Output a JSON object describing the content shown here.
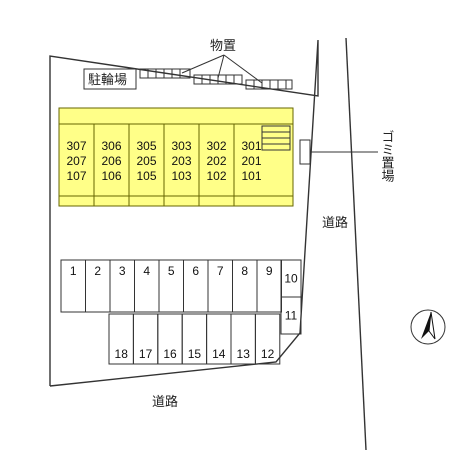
{
  "labels": {
    "storage": "物置",
    "bicycle_parking": "駐輪場",
    "garbage": "ゴミ置場",
    "road_east": "道路",
    "road_south": "道路"
  },
  "units": [
    {
      "top": "307",
      "mid": "207",
      "bottom": "107"
    },
    {
      "top": "306",
      "mid": "206",
      "bottom": "106"
    },
    {
      "top": "305",
      "mid": "205",
      "bottom": "105"
    },
    {
      "top": "303",
      "mid": "203",
      "bottom": "103"
    },
    {
      "top": "302",
      "mid": "202",
      "bottom": "102"
    },
    {
      "top": "301",
      "mid": "201",
      "bottom": "101"
    }
  ],
  "parking_top": [
    "1",
    "2",
    "3",
    "4",
    "5",
    "6",
    "7",
    "8",
    "9"
  ],
  "parking_right": [
    "10",
    "11"
  ],
  "parking_bottom": [
    "18",
    "17",
    "16",
    "15",
    "14",
    "13",
    "12"
  ],
  "colors": {
    "building_fill": "#ffff88",
    "line": "#333333"
  },
  "icons": {
    "north_arrow": "north-arrow-icon"
  }
}
